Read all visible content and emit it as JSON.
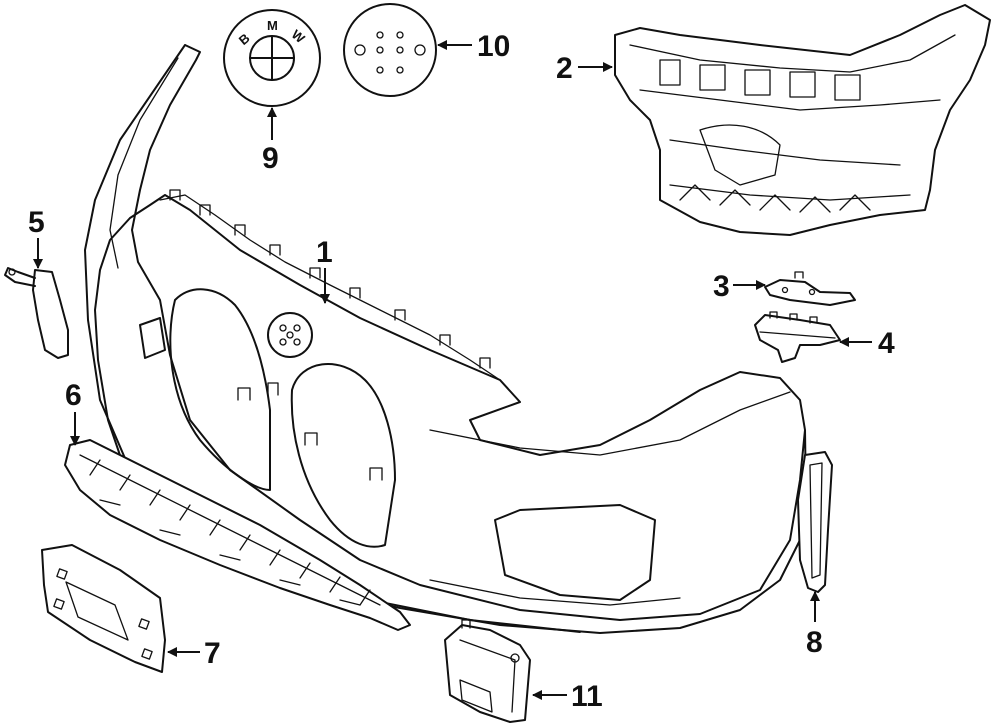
{
  "callouts": {
    "c1": "1",
    "c2": "2",
    "c3": "3",
    "c4": "4",
    "c5": "5",
    "c6": "6",
    "c7": "7",
    "c8": "8",
    "c9": "9",
    "c10": "10",
    "c11": "11"
  },
  "emblem": {
    "letter_b": "B",
    "letter_m": "M",
    "letter_w": "W"
  },
  "colors": {
    "line": "#111111",
    "background": "#ffffff"
  }
}
